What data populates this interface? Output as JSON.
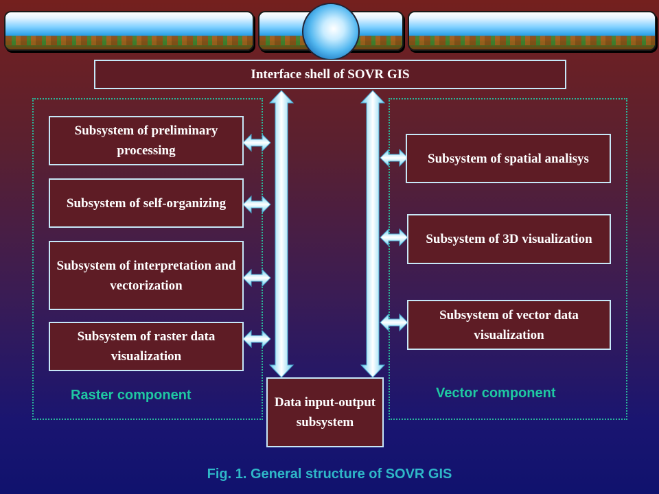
{
  "interface_shell": "Interface shell of SOVR GIS",
  "raster": {
    "label": "Raster component",
    "subsystems": [
      "Subsystem of preliminary processing",
      "Subsystem of self-organizing",
      "Subsystem of interpretation and vectorization",
      "Subsystem of raster data visualization"
    ]
  },
  "vector": {
    "label": "Vector component",
    "subsystems": [
      "Subsystem of spatial analisys",
      "Subsystem of 3D visualization",
      "Subsystem of vector data visualization"
    ]
  },
  "data_io": "Data input-output subsystem",
  "caption": "Fig. 1. General structure of SOVR GIS",
  "colors": {
    "box_fill": "#5e1c25",
    "box_border": "#c7e8f8",
    "region_border": "#2ab89a",
    "label_color": "#1fc8a2",
    "caption_color": "#2fb8c8"
  }
}
